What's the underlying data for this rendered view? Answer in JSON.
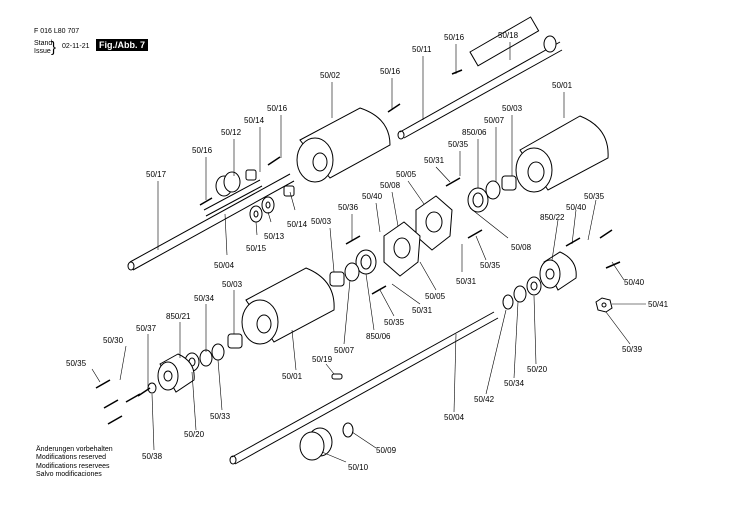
{
  "header": {
    "doc_number": "F 016 L80 707",
    "stand_line": "Stand",
    "issue_line": "Issue",
    "date": "02-11-21",
    "figure": "Fig./Abb. 7"
  },
  "notes": [
    "Änderungen vorbehalten",
    "Modifications reserved",
    "Modifications reservees",
    "Salvo modificaciones"
  ],
  "parts": {
    "p50_16a": "50/16",
    "p50_18": "50/18",
    "p50_11": "50/11",
    "p50_16b": "50/16",
    "p50_02": "50/02",
    "p50_01": "50/01",
    "p50_16c": "50/16",
    "p50_14a": "50/14",
    "p50_12": "50/12",
    "p50_16d": "50/16",
    "p50_17": "50/17",
    "p50_03a": "50/03",
    "p50_07a": "50/07",
    "p850_06a": "850/06",
    "p50_35a": "50/35",
    "p50_31a": "50/31",
    "p50_05a": "50/05",
    "p50_08a": "50/08",
    "p50_40a": "50/40",
    "p50_36": "50/36",
    "p50_14b": "50/14",
    "p50_13": "50/13",
    "p50_15": "50/15",
    "p50_03b": "50/03",
    "p50_04a": "50/04",
    "p50_08b": "50/08",
    "p50_35b": "50/35",
    "p50_31b": "50/31",
    "p50_05b": "50/05",
    "p50_31c": "50/31",
    "p50_35c": "50/35",
    "p850_06b": "850/06",
    "p50_07b": "50/07",
    "p50_03c": "50/03",
    "p50_34a": "50/34",
    "p850_21": "850/21",
    "p50_37": "50/37",
    "p50_30": "50/30",
    "p50_35d": "50/35",
    "p50_01b": "50/01",
    "p50_19": "50/19",
    "p50_33": "50/33",
    "p50_20a": "50/20",
    "p50_38": "50/38",
    "p50_35e": "50/35",
    "p50_40b": "50/40",
    "p850_22": "850/22",
    "p50_40c": "50/40",
    "p50_41": "50/41",
    "p50_39": "50/39",
    "p50_20b": "50/20",
    "p50_34b": "50/34",
    "p50_42": "50/42",
    "p50_04b": "50/04",
    "p50_09": "50/09",
    "p50_10": "50/10"
  }
}
